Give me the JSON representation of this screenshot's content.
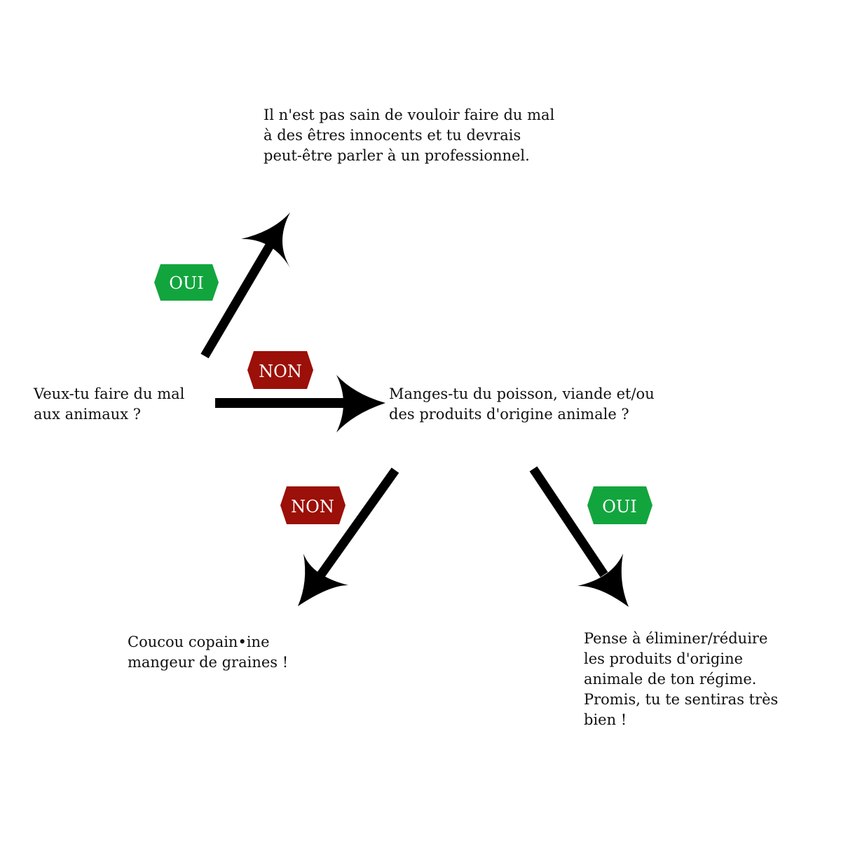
{
  "nodes": {
    "question_harm": [
      "Veux-tu faire du mal",
      "aux animaux ?"
    ],
    "harm_yes": [
      "Il n'est pas sain de vouloir faire du mal",
      "à des êtres innocents et tu devrais",
      "peut-être parler à un professionnel."
    ],
    "question_eat": [
      "Manges-tu du poisson, viande et/ou",
      "des produits d'origine animale ?"
    ],
    "eat_no": [
      "Coucou copain•ine",
      "mangeur de graines !"
    ],
    "eat_yes": [
      "Pense à éliminer/réduire",
      "les produits d'origine",
      "animale de ton régime.",
      "Promis, tu te sentiras très",
      "bien !"
    ]
  },
  "badges": {
    "harm_yes": "OUI",
    "harm_no": "NON",
    "eat_no": "NON",
    "eat_yes": "OUI"
  },
  "colors": {
    "oui": "#12a53e",
    "non": "#9b1008",
    "arrow": "#000000",
    "text": "#111111"
  }
}
